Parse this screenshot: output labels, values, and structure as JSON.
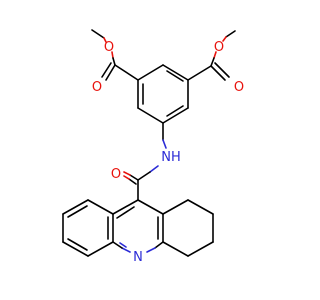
{
  "structure": {
    "atoms": [
      {
        "id": "O1",
        "label": "O",
        "color": "#e8120c"
      },
      {
        "id": "O2",
        "label": "O",
        "color": "#e8120c"
      },
      {
        "id": "O3",
        "label": "O",
        "color": "#e8120c"
      },
      {
        "id": "O4",
        "label": "O",
        "color": "#e8120c"
      },
      {
        "id": "NH",
        "label": "NH",
        "color": "#2b2bd6"
      },
      {
        "id": "O5",
        "label": "O",
        "color": "#e8120c"
      },
      {
        "id": "N",
        "label": "N",
        "color": "#2b2bd6"
      }
    ],
    "bond_color": "#000000"
  }
}
